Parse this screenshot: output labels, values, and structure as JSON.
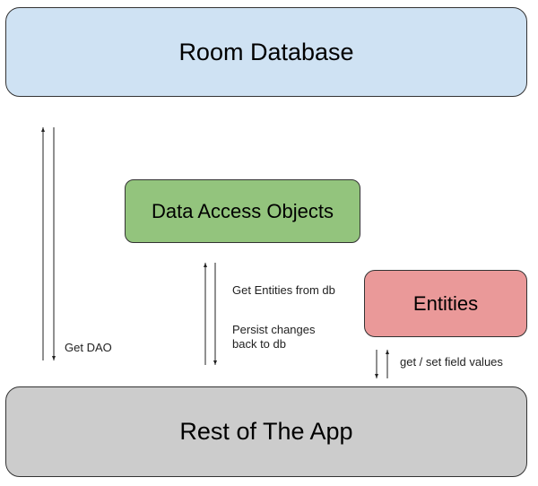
{
  "colors": {
    "room_db_fill": "#cfe2f3",
    "dao_fill": "#93c47d",
    "entities_fill": "#ea9999",
    "rest_app_fill": "#cccccc",
    "arrow_stroke": "#222222"
  },
  "boxes": {
    "room_db": "Room Database",
    "dao": "Data Access Objects",
    "entities": "Entities",
    "rest_app": "Rest of The App"
  },
  "labels": {
    "get_dao": "Get DAO",
    "get_entities": "Get Entities from db",
    "persist_changes": "Persist changes back to db",
    "field_values": "get / set field values"
  }
}
